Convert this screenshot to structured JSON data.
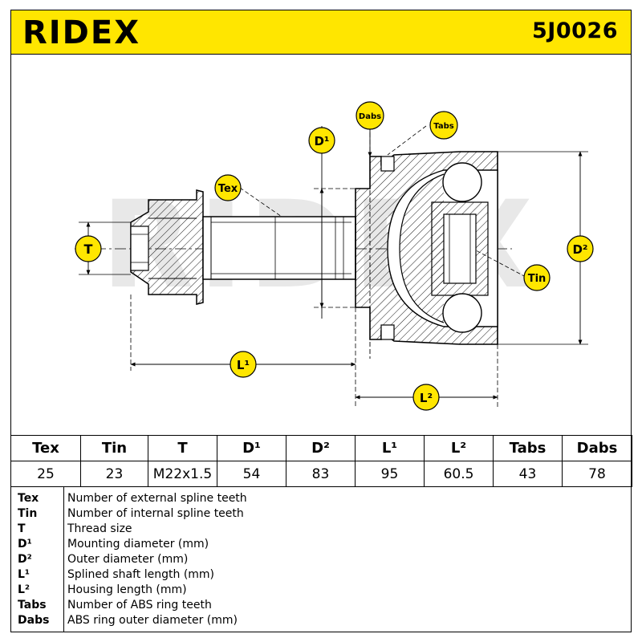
{
  "brand": {
    "name": "RIDEX",
    "watermark": "RIDEX"
  },
  "part_number": "5J0026",
  "diagram_labels": {
    "dabs": "Dabs",
    "tabs": "Tabs",
    "d1": "D¹",
    "tex": "Tex",
    "t": "T",
    "d2": "D²",
    "tin": "Tin",
    "l1": "L¹",
    "l2": "L²"
  },
  "specs": {
    "headers": [
      "Tex",
      "Tin",
      "T",
      "D¹",
      "D²",
      "L¹",
      "L²",
      "Tabs",
      "Dabs"
    ],
    "values": [
      "25",
      "23",
      "M22x1.5",
      "54",
      "83",
      "95",
      "60.5",
      "43",
      "78"
    ]
  },
  "legend": [
    {
      "key": "Tex",
      "desc": "Number of external spline teeth"
    },
    {
      "key": "Tin",
      "desc": "Number of internal spline teeth"
    },
    {
      "key": "T",
      "desc": "Thread size"
    },
    {
      "key": "D¹",
      "desc": "Mounting diameter (mm)"
    },
    {
      "key": "D²",
      "desc": "Outer diameter (mm)"
    },
    {
      "key": "L¹",
      "desc": "Splined shaft length (mm)"
    },
    {
      "key": "L²",
      "desc": "Housing length (mm)"
    },
    {
      "key": "Tabs",
      "desc": "Number of ABS ring teeth"
    },
    {
      "key": "Dabs",
      "desc": "ABS ring outer diameter (mm)"
    }
  ],
  "colors": {
    "brand_yellow": "#ffe600",
    "ink": "#000000",
    "watermark": "#e8e8e8"
  }
}
